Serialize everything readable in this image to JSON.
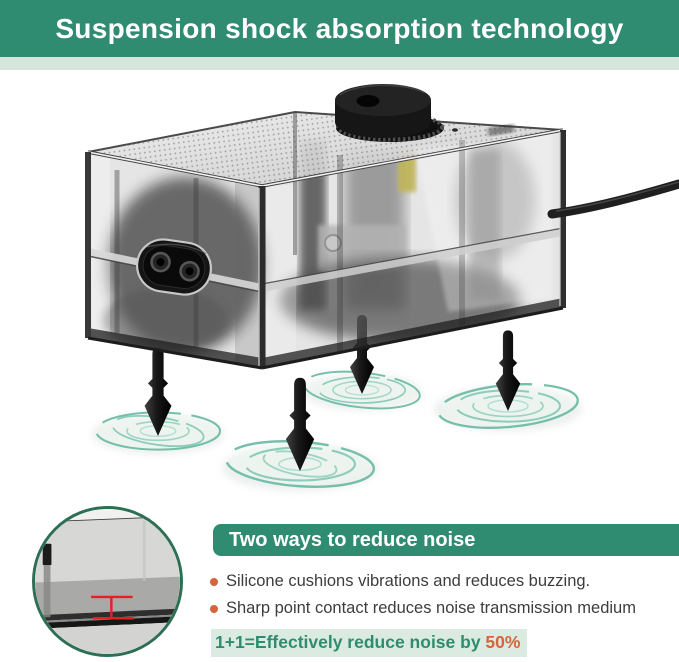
{
  "header": {
    "title": "Suspension shock absorption technology"
  },
  "illustration": {
    "subject": "transparent-aquarium-air-pump",
    "features": [
      "control-knob",
      "two-pin-power-socket",
      "power-cable",
      "four-silicone-cone-feet",
      "vibration-ripples"
    ],
    "feet_count": "4"
  },
  "inset": {
    "subject": "close-up-of-silicone-pad-gap-with-red-height-marker"
  },
  "info": {
    "banner_label": "Two ways to reduce noise",
    "bullets": [
      "Silicone cushions vibrations and reduces buzzing.",
      "Sharp point contact reduces noise transmission medium"
    ],
    "summary_prefix": "1+1=Effectively reduce noise by ",
    "summary_value": "50%"
  },
  "colors": {
    "brand_green": "#2F8C71",
    "strip_green": "#D6E6DD",
    "highlight_green": "#DBEBE1",
    "accent_orange": "#D4653C",
    "summary_green": "#2F8C6E",
    "text_dark": "#3D3D3D",
    "ripple_teal": "#5FB7A0",
    "inset_border": "#2C6F56",
    "marker_red": "#EC1C24"
  }
}
